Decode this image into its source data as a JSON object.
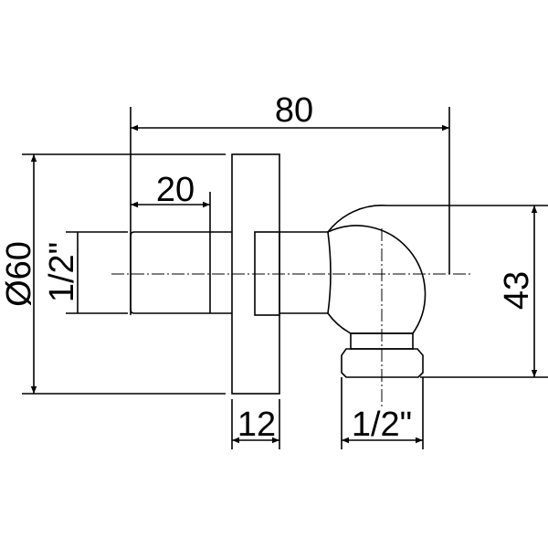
{
  "drawing": {
    "type": "technical-drawing",
    "subject": "wall elbow fitting with flange plate",
    "line_color": "#000000",
    "background": "#ffffff"
  },
  "dimensions": {
    "overall_length": "80",
    "thread_length": "20",
    "flange_diameter": "Ø60",
    "inlet_thread": "1/2\"",
    "flange_thickness": "12",
    "outlet_thread": "1/2\"",
    "height": "43"
  }
}
